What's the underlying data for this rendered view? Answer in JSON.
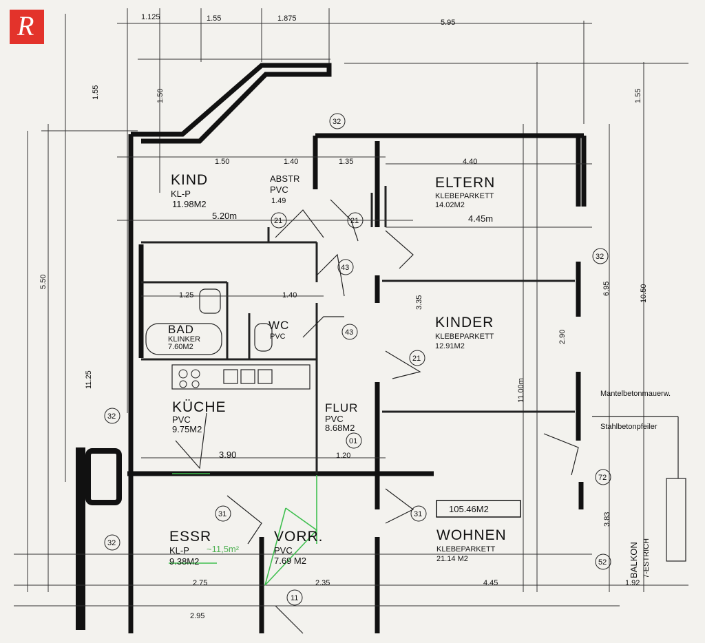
{
  "logo": {
    "letter": "R",
    "color": "#e3332b"
  },
  "rooms": [
    {
      "id": "kind",
      "name": "KIND",
      "floor": "KL-P",
      "area": "11.98M2"
    },
    {
      "id": "abstr",
      "name": "ABSTR",
      "floor": "PVC",
      "area": "1.49"
    },
    {
      "id": "eltern",
      "name": "ELTERN",
      "floor": "KLEBEPARKETT",
      "area": "14.02M2"
    },
    {
      "id": "bad",
      "name": "BAD",
      "floor": "KLINKER",
      "area": "7.60M2"
    },
    {
      "id": "wc",
      "name": "WC",
      "floor": "PVC",
      "area": ""
    },
    {
      "id": "kinder",
      "name": "KINDER",
      "floor": "KLEBEPARKETT",
      "area": "12.91M2"
    },
    {
      "id": "kueche",
      "name": "KÜCHE",
      "floor": "PVC",
      "area": "9.75M2"
    },
    {
      "id": "flur",
      "name": "FLUR",
      "floor": "PVC",
      "area": "8.68M2"
    },
    {
      "id": "essr",
      "name": "ESSR",
      "floor": "KL-P",
      "area": "9.38M2"
    },
    {
      "id": "vorr",
      "name": "VORR.",
      "floor": "PVC",
      "area": "7.69 M2"
    },
    {
      "id": "wohnen",
      "name": "WOHNEN",
      "floor": "KLEBEPARKETT",
      "area": "21.14 M2"
    }
  ],
  "total_area": "105.46M2",
  "green_annotation": "~11,5m²",
  "top_dims": [
    "1.125",
    "1.55",
    "1.875",
    "5.95"
  ],
  "side_dims": {
    "d1": "1.55",
    "d2": "1.50",
    "d3": "5.50",
    "d4": "11.25",
    "d5": "6.95",
    "d6": "10.50",
    "d7": "11.00m",
    "d8": "1.55"
  },
  "length_labels": {
    "kind": "5.20m",
    "eltern": "4.45m"
  },
  "bottom_dims": [
    "2.75",
    "2.35",
    "4.45",
    "1.92",
    "2.95"
  ],
  "inner_dims": [
    "1.50",
    "1.40",
    "1.35",
    "4.40",
    "3.90",
    "1.20",
    "1.40",
    "1.25",
    "3.35",
    "2.90",
    "3.83"
  ],
  "circle_labels": [
    "32",
    "21",
    "21",
    "43",
    "43",
    "21",
    "01",
    "31",
    "31",
    "11",
    "32",
    "32",
    "72",
    "52",
    "32"
  ],
  "side_text": {
    "balkon": "BALKON",
    "estrich": "7-ESTRICH",
    "mantel": "Mantelbetonmauerw.",
    "stahl": "Stahlbetonpfeiler"
  }
}
